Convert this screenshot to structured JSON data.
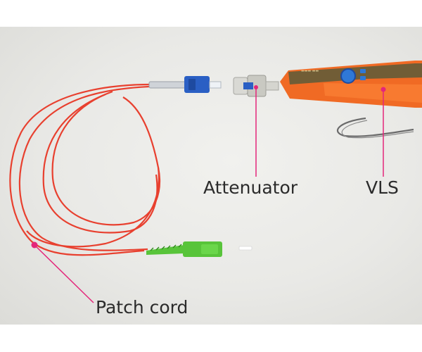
{
  "labels": {
    "attenuator": "Attenuator",
    "vls": "VLS",
    "patch_cord": "Patch cord"
  },
  "colors": {
    "background": "#ebebe8",
    "cord": "#e8402f",
    "callout": "#e4267a",
    "sc_connector_blue": "#2a5fc4",
    "sc_connector_green": "#58c43a",
    "vls_orange": "#f06a24",
    "vls_grip": "#5a5a3a"
  },
  "icons": [
    "fiber-patch-cord",
    "sc-connector-blue",
    "sc-connector-green",
    "attenuator",
    "visual-light-source",
    "wrist-strap",
    "callout-dot"
  ]
}
